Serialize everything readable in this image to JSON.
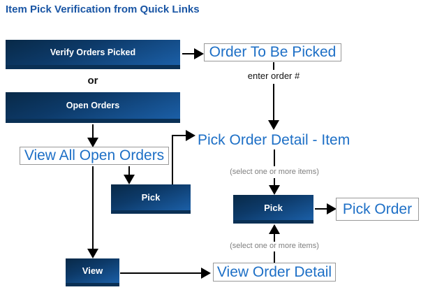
{
  "title": "Item Pick Verification from Quick Links",
  "flow": {
    "verify_button": "Verify Orders Picked",
    "or_label": "or",
    "open_orders_button": "Open Orders",
    "order_to_be_picked": "Order To Be Picked",
    "enter_order_note": "enter order #",
    "view_all_open_orders": "View All Open Orders",
    "pick_order_detail_item": "Pick Order Detail - Item",
    "select_items_note_top": "(select one or more items)",
    "pick_button_left": "Pick",
    "pick_button_right": "Pick",
    "pick_order": "Pick Order",
    "select_items_note_bottom": "(select one or more items)",
    "view_button": "View",
    "view_order_detail": "View Order Detail"
  },
  "colors": {
    "title_blue": "#1955a4",
    "label_blue": "#1d6fc6",
    "button_gradient_top": "#082947",
    "button_gradient_bottom": "#1b5fa7",
    "button_bottom_edge": "#0a3055",
    "note_gray": "#7f7f7f",
    "box_border_gray": "#999999",
    "arrow_black": "#000000"
  }
}
